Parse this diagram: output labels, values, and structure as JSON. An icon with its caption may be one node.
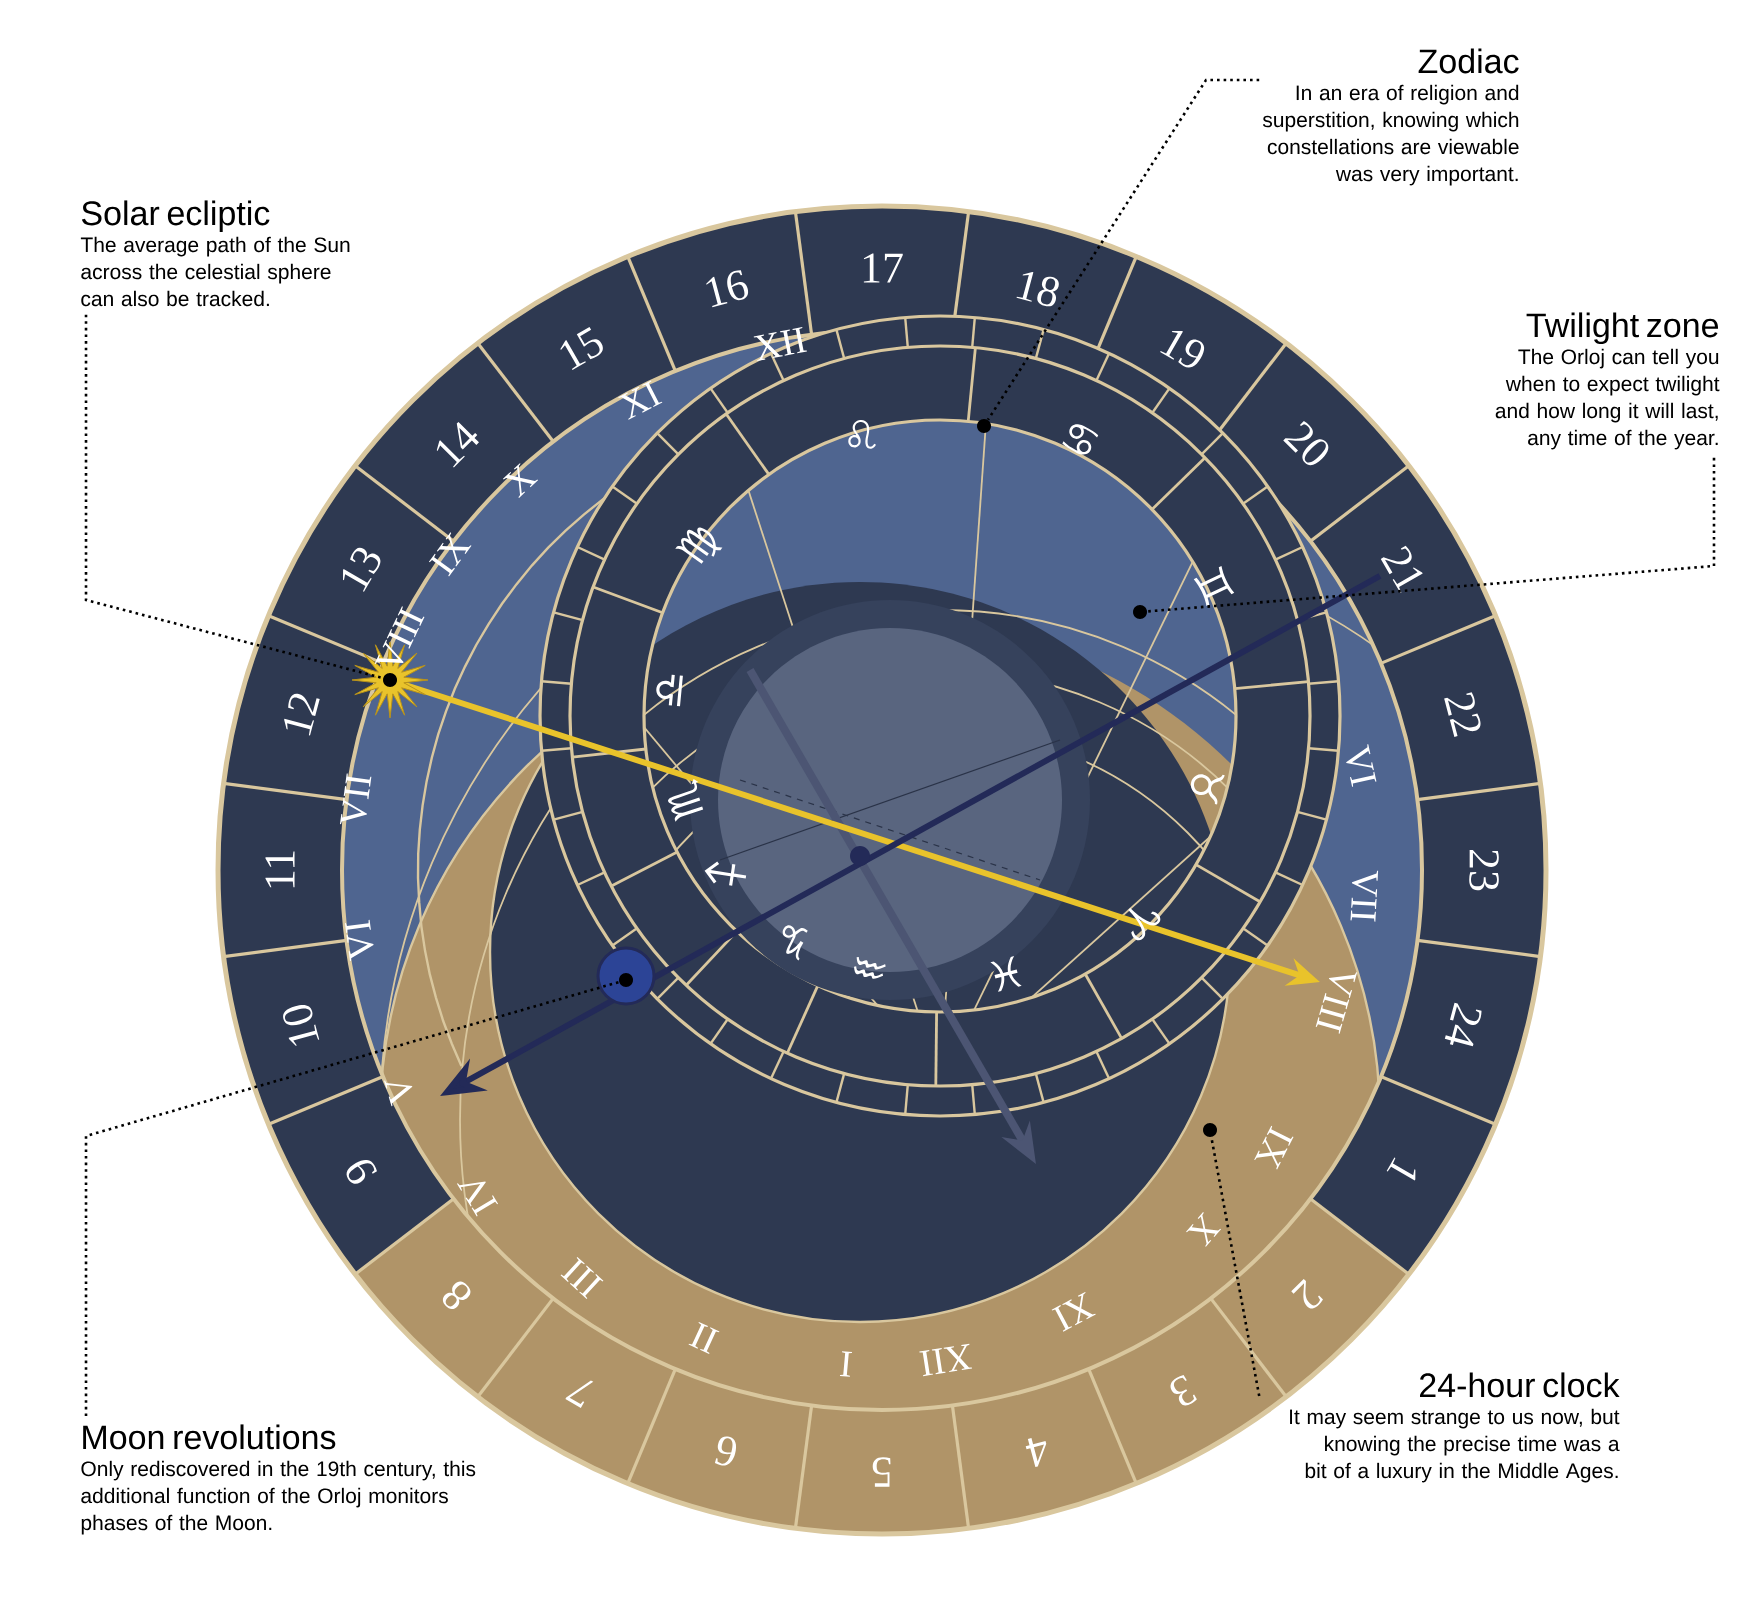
{
  "diagram": {
    "nodes": [
      {
        "text": [
          "Solar ecliptic",
          "The average path of the Sun across the celestial sphere can also be tracked."
        ]
      },
      {
        "text": [
          "Zodiac",
          "In an era of religion and superstition, knowing which constellations are viewable was very important."
        ]
      },
      {
        "text": [
          "Twilight zone",
          "The Orloj can tell you when to expect twilight and how long it will last, any time of the year."
        ]
      },
      {
        "text": [
          "Moon revolutions",
          "Only rediscovered in the 19th century, this additional function of the Orloj monitors phases of the Moon."
        ]
      },
      {
        "text": [
          "24-hour clock",
          "It may seem strange to us now, but knowing the precise time was a bit of a luxury in the Middle Ages."
        ]
      },
      {
        "text": [],
        "shape": "circle"
      },
      {
        "text": [],
        "shape": "circle"
      },
      {
        "text": [],
        "shape": "circle"
      },
      {
        "text": [],
        "shape": "circle"
      },
      {
        "text": [],
        "shape": "circle"
      }
    ],
    "edges": [
      {
        "from": 0,
        "to": 5,
        "arrow": "none"
      },
      {
        "from": 1,
        "to": 6,
        "arrow": "none"
      },
      {
        "from": 2,
        "to": 7,
        "arrow": "none"
      },
      {
        "from": 3,
        "to": 8,
        "arrow": "none"
      },
      {
        "from": 4,
        "to": 9,
        "arrow": "none"
      }
    ],
    "labels": [
      "1",
      "2",
      "3",
      "4",
      "5",
      "6",
      "7",
      "8",
      "9",
      "10",
      "11",
      "12",
      "13",
      "14",
      "15",
      "16",
      "17",
      "18",
      "19",
      "20",
      "21",
      "22",
      "23",
      "24",
      "XII",
      "XI",
      "X",
      "IX",
      "VIII",
      "VII",
      "VI",
      "VI",
      "VII",
      "VIII",
      "IX",
      "X",
      "XI",
      "XII",
      "I",
      "II",
      "III",
      "IV",
      "V",
      "♈",
      "♉",
      "♊",
      "♋",
      "♌",
      "♍",
      "♎",
      "♏",
      "♐",
      "♑",
      "♒",
      "♓"
    ]
  }
}
